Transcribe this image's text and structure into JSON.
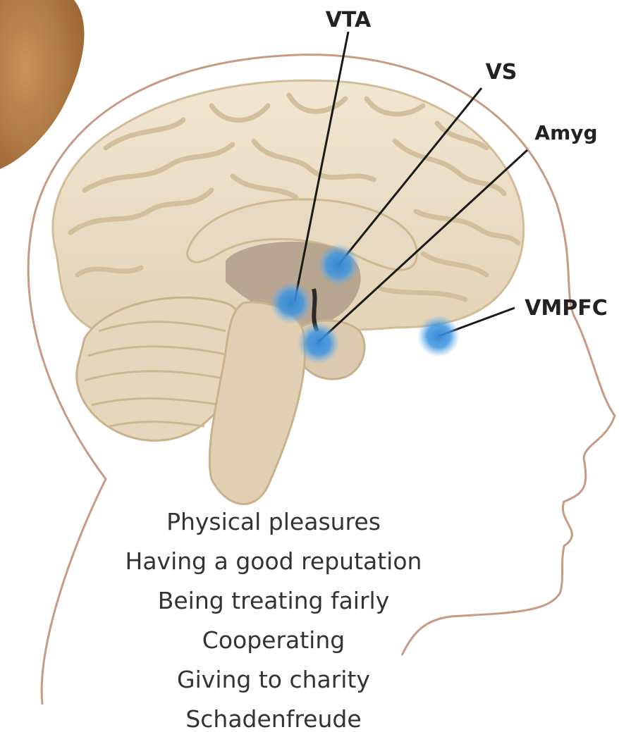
{
  "labels": {
    "vta": "VTA",
    "vs": "VS",
    "amyg": "Amyg",
    "vmpfc": "VMPFC"
  },
  "pleasures": [
    "Physical pleasures",
    "Having a good reputation",
    "Being treating fairly",
    "Cooperating",
    "Giving to charity",
    "Schadenfreude"
  ],
  "colors": {
    "brain_fill": "#ece0c9",
    "brain_shade": "#d9c6a4",
    "head_outline": "#c79a86",
    "highlight": "#3e95e0",
    "leader_line": "#1a1a1a",
    "corner_blob": "#b8824a"
  }
}
